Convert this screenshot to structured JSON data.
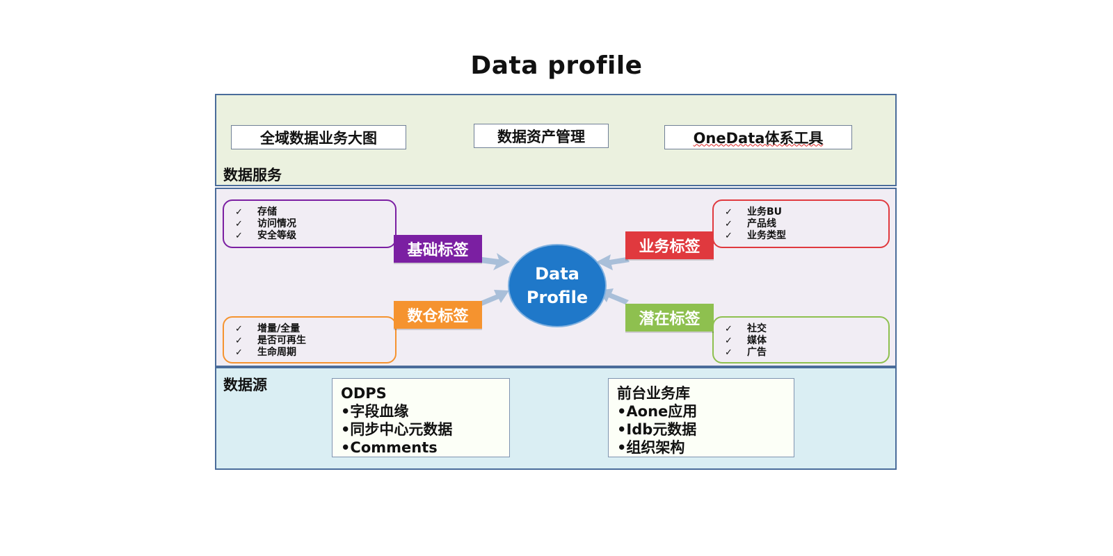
{
  "title": "Data profile",
  "data_service": {
    "label": "数据服务",
    "items": [
      "全域数据业务大图",
      "数据资产管理",
      "OneData体系工具"
    ]
  },
  "center": {
    "line1": "Data",
    "line2": "Profile"
  },
  "tags": {
    "basic": {
      "label": "基础标签",
      "color": "#7b1fa2",
      "items": [
        "存储",
        "访问情况",
        "安全等级"
      ]
    },
    "business": {
      "label": "业务标签",
      "color": "#e0393e",
      "items": [
        "业务BU",
        "产品线",
        "业务类型"
      ]
    },
    "warehouse": {
      "label": "数仓标签",
      "color": "#f5932f",
      "items": [
        "增量/全量",
        "是否可再生",
        "生命周期"
      ]
    },
    "potential": {
      "label": "潜在标签",
      "color": "#8ec04f",
      "items": [
        "社交",
        "媒体",
        "广告"
      ]
    }
  },
  "check_icon": "checkmark-icon",
  "data_source": {
    "label": "数据源",
    "odps": {
      "lines": [
        "ODPS",
        "•字段血缘",
        "•同步中心元数据",
        "•Comments"
      ]
    },
    "frontend": {
      "lines": [
        "前台业务库",
        "•Aone应用",
        "•Idb元数据",
        "•组织架构"
      ]
    }
  }
}
